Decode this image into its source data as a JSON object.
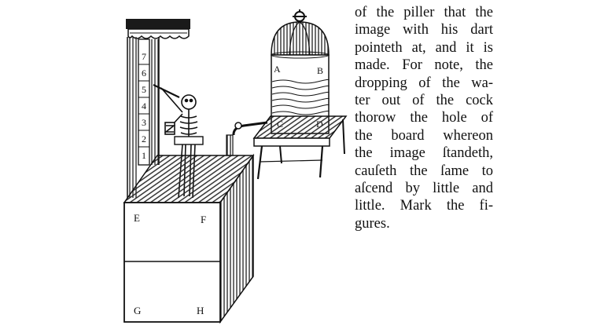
{
  "figure": {
    "pillar_numbers": [
      "7",
      "6",
      "5",
      "4",
      "3",
      "2",
      "1"
    ],
    "vessel_labels": {
      "a": "A",
      "b": "B",
      "c": "C",
      "d": "D"
    },
    "box_labels": {
      "e": "E",
      "f": "F",
      "g": "G",
      "h": "H"
    }
  },
  "text": {
    "lines": [
      "of the piller that the",
      "image with his dart",
      "pointeth at, and it is",
      "made. For note, the",
      "dropping of the wa-",
      "ter out of the cock",
      "thorow the hole of",
      "the board whereon",
      "the image ſtandeth,",
      "cauſeth the ſame to",
      "aſcend by little and",
      "little.  Mark the fi-",
      "gures."
    ]
  }
}
